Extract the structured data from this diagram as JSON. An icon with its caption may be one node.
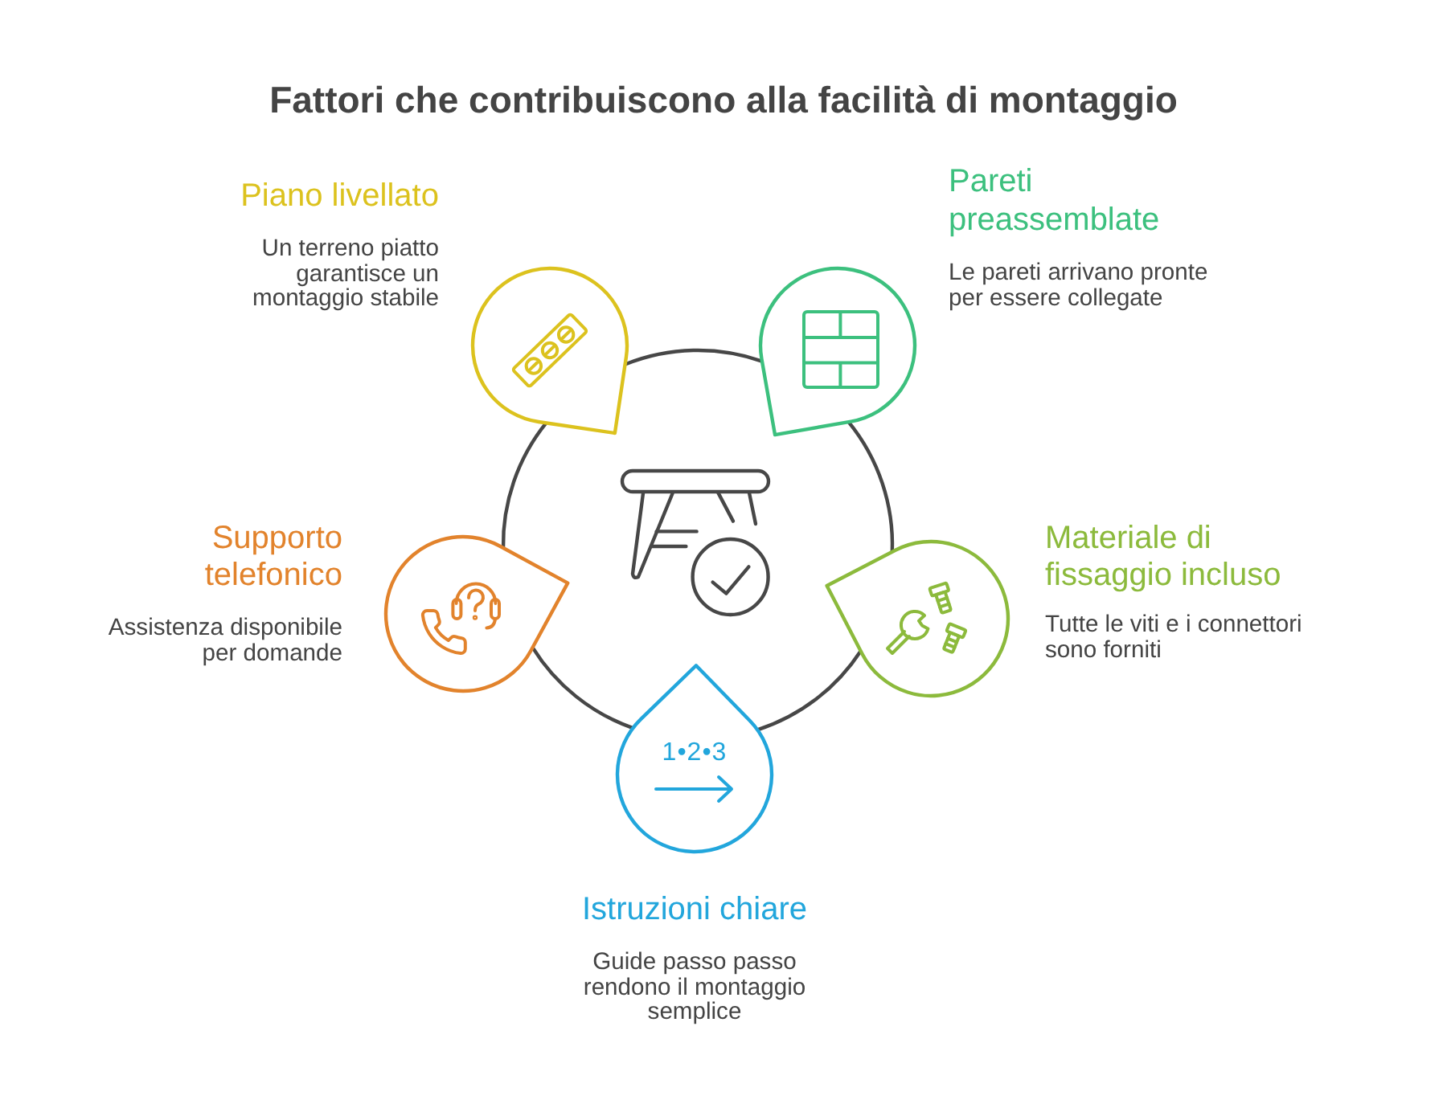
{
  "diagram": {
    "title": "Fattori che contribuiscono alla facilità di montaggio",
    "nodes": [
      {
        "text": [
          "Piano livellato",
          "Un terreno piatto garantisce un montaggio stabile"
        ]
      },
      {
        "text": [
          "Pareti preassemblate",
          "Le pareti arrivano pronte per essere collegate"
        ]
      },
      {
        "text": [
          "Supporto telefonico",
          "Assistenza disponibile per domande"
        ]
      },
      {
        "text": [
          "Materiale di fissaggio incluso",
          "Tutte le viti e i connettori sono forniti"
        ]
      },
      {
        "text": [
          "1•2•3",
          "Istruzioni chiare",
          "Guide passo passo rendono il montaggio semplice"
        ]
      }
    ],
    "edges": [
      {
        "from": 0,
        "to": 1,
        "arrow": "none"
      },
      {
        "from": 1,
        "to": 3,
        "arrow": "none"
      },
      {
        "from": 3,
        "to": 4,
        "arrow": "none"
      },
      {
        "from": 4,
        "to": 2,
        "arrow": "none"
      },
      {
        "from": 2,
        "to": 0,
        "arrow": "none"
      }
    ]
  }
}
